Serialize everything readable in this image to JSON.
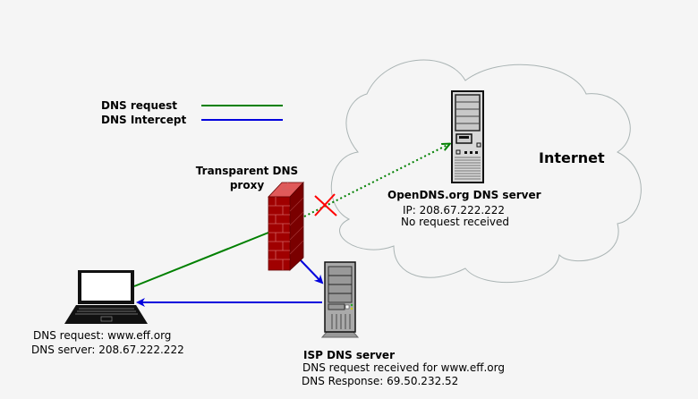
{
  "legend": {
    "items": [
      {
        "label": "DNS request",
        "color": "#008000"
      },
      {
        "label": "DNS Intercept",
        "color": "#0000dd"
      }
    ]
  },
  "nodes": {
    "proxy": {
      "title_line1": "Transparent DNS",
      "title_line2": "proxy"
    },
    "opendns": {
      "title": "OpenDNS.org DNS server",
      "line1": "IP: 208.67.222.222",
      "line2": "No request received"
    },
    "internet": {
      "label": "Internet"
    },
    "client": {
      "line1": "DNS request: www.eff.org",
      "line2": "DNS server: 208.67.222.222"
    },
    "isp": {
      "title": "ISP DNS server",
      "line1": "DNS request received for www.eff.org",
      "line2": "DNS Response: 69.50.232.52"
    }
  },
  "colors": {
    "request": "#008000",
    "intercept": "#0000dd",
    "blocked": "#ff0000",
    "brick": "#a00000"
  }
}
